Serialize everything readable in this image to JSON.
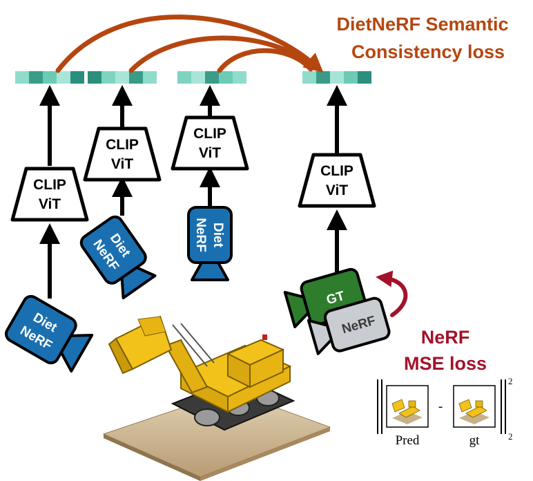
{
  "title": {
    "line1": "DietNeRF Semantic",
    "line2": "Consistency loss"
  },
  "encoder_label": {
    "line1": "CLIP",
    "line2": "ViT"
  },
  "camera_labels": {
    "diet_line1": "Diet",
    "diet_line2": "NeRF",
    "gt": "GT",
    "nerf": "NeRF"
  },
  "mse": {
    "line1": "NeRF",
    "line2": "MSE loss",
    "minus": "-",
    "pred_label": "Pred",
    "gt_label": "gt",
    "exponent": "2",
    "subscript": "2"
  },
  "colors": {
    "orange": "#b5460f",
    "crimson": "#a3122a",
    "camera_blue": "#1a6fb0",
    "camera_green": "#2d7d2d",
    "camera_gray": "#c9ccd0",
    "embedding_dark": "#2a8f7c",
    "embedding_light": "#7fd3c1"
  }
}
